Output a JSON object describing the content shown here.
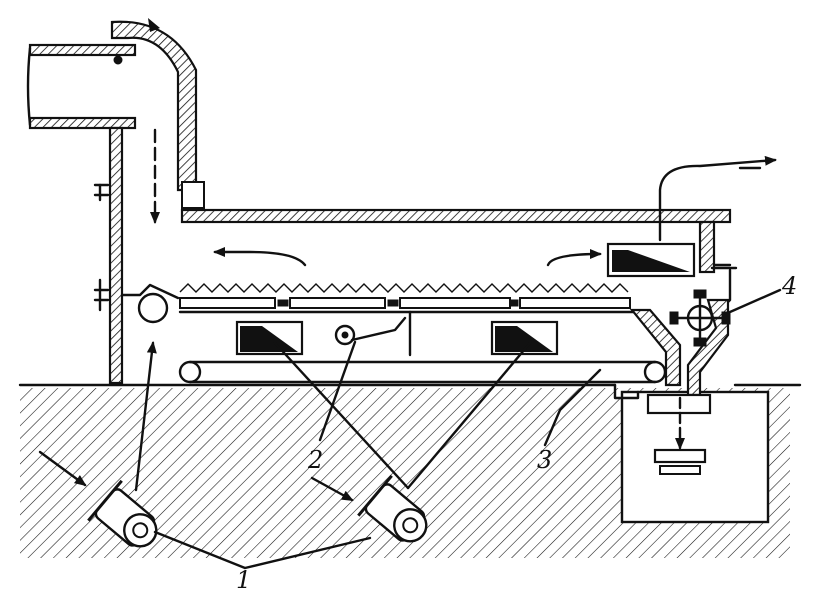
{
  "callouts": [
    {
      "id": "fan",
      "text": "1"
    },
    {
      "id": "damper",
      "text": "2"
    },
    {
      "id": "conveyor",
      "text": "3"
    },
    {
      "id": "valve",
      "text": "4"
    }
  ]
}
